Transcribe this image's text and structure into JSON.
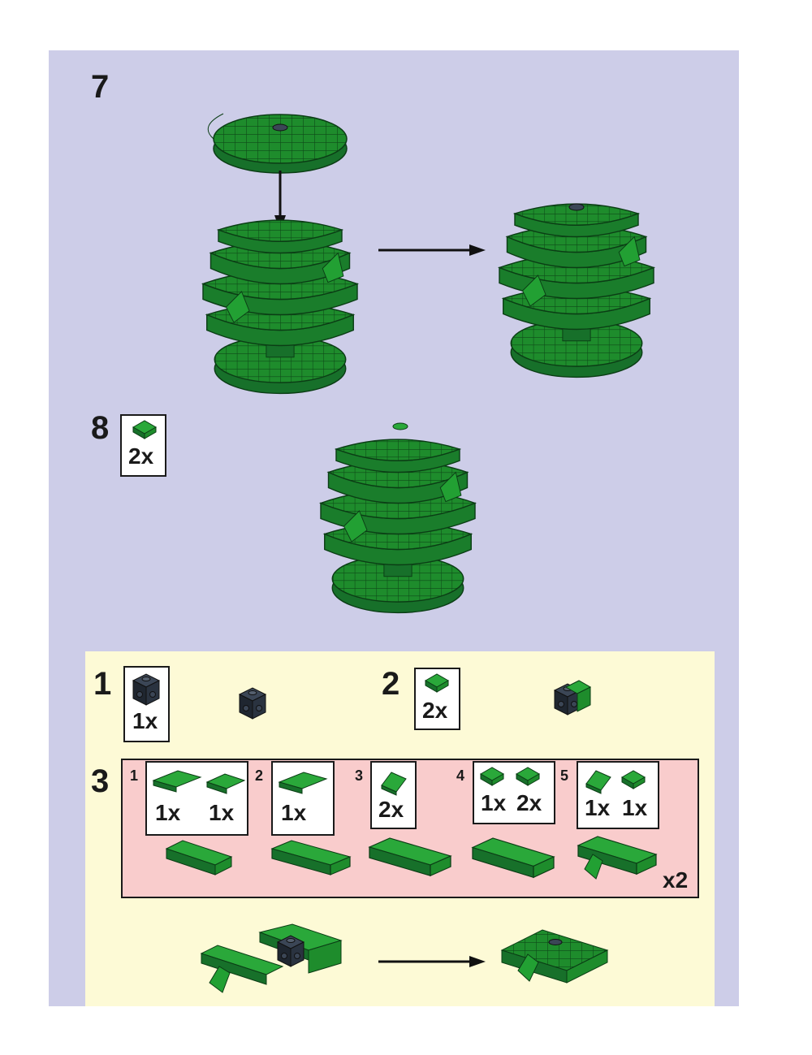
{
  "page": {
    "background": "#cdcde8",
    "subassembly_background": "#fdfad6",
    "subpanel_background": "#f9cccc",
    "brick_color": "#1e8c2c",
    "connector_color": "#2a3340"
  },
  "steps": {
    "step7": {
      "number": "7"
    },
    "step8": {
      "number": "8",
      "parts": [
        {
          "qty": "2x",
          "icon": "green-plate-1x1-icon"
        }
      ]
    }
  },
  "subassembly": {
    "step1": {
      "number": "1",
      "parts": [
        {
          "qty": "1x",
          "icon": "dark-brick-studs-icon"
        }
      ]
    },
    "step2": {
      "number": "2",
      "parts": [
        {
          "qty": "2x",
          "icon": "green-plate-1x1-icon"
        }
      ]
    },
    "step3": {
      "number": "3",
      "multiplier": "x2",
      "substeps": [
        {
          "number": "1",
          "qty_a": "1x",
          "qty_b": "1x"
        },
        {
          "number": "2",
          "qty_a": "1x"
        },
        {
          "number": "3",
          "qty_a": "2x"
        },
        {
          "number": "4",
          "qty_a": "1x",
          "qty_b": "2x"
        },
        {
          "number": "5",
          "qty_a": "1x",
          "qty_b": "1x"
        }
      ]
    }
  }
}
